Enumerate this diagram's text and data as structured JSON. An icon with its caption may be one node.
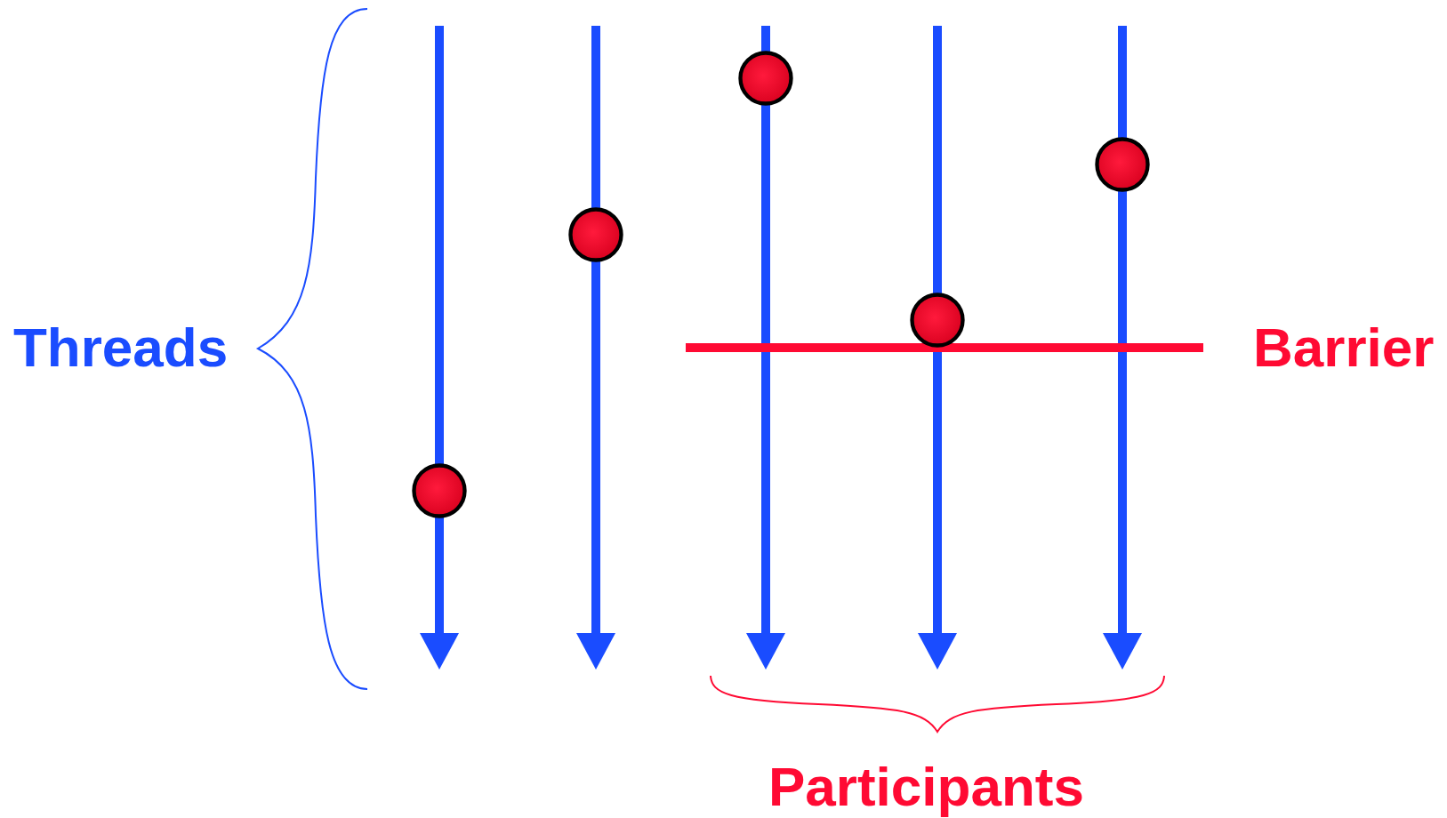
{
  "diagram": {
    "nodes": [
      {
        "text": [],
        "shape": "circle"
      },
      {
        "text": [],
        "shape": "circle"
      },
      {
        "text": [],
        "shape": "circle"
      },
      {
        "text": [],
        "shape": "circle"
      },
      {
        "text": [],
        "shape": "circle"
      }
    ],
    "labels": [
      "Threads",
      "Barrier",
      "Participants"
    ]
  }
}
